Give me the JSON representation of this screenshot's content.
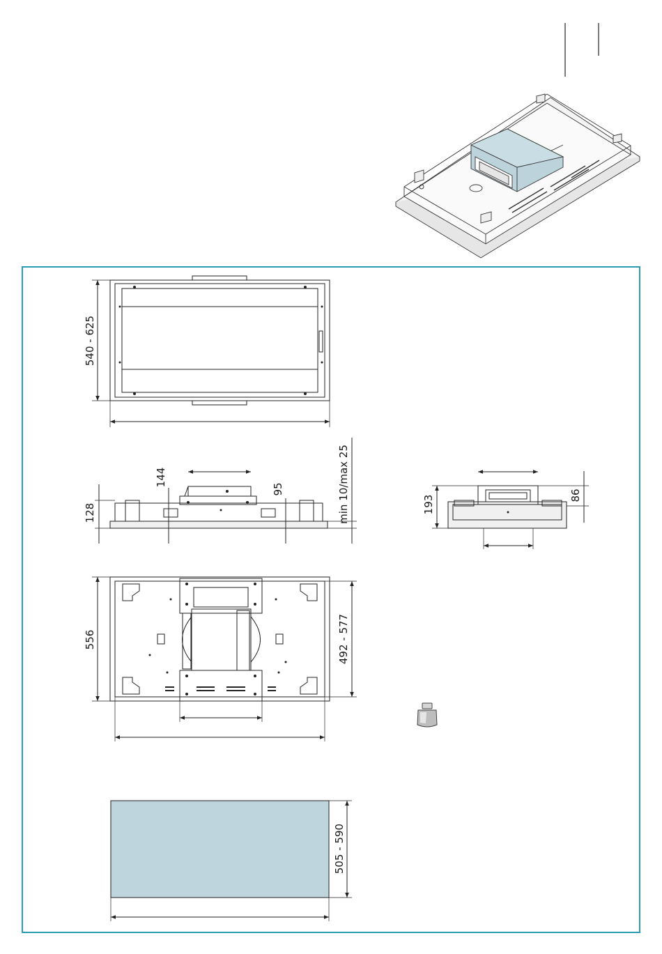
{
  "colors": {
    "frame": "#2a9bb0",
    "drawing_line": "#222222",
    "fill_blue": "#bfd5de",
    "metal_light": "#ececec"
  },
  "dimensions": {
    "top_view_height": "540 - 625",
    "side_view_height": "128",
    "side_view_motor": "144",
    "side_view_gap": "95",
    "side_view_insert": "min 10/max 25",
    "front_view_height": "193",
    "front_view_motor": "86",
    "bottom_view_depth": "556",
    "bottom_view_inner": "492 - 577",
    "cutout_depth": "505 - 590"
  },
  "icons": {
    "weight": "weight-icon"
  }
}
